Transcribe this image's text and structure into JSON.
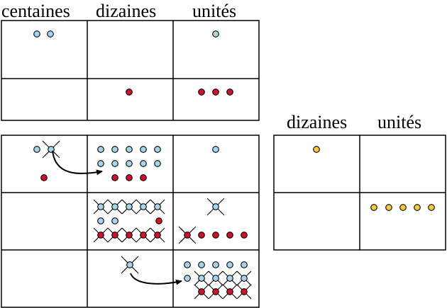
{
  "headers_top": {
    "centaines": "centaines",
    "dizaines": "dizaines",
    "unites": "unités"
  },
  "headers_right": {
    "dizaines": "dizaines",
    "unites": "unités"
  },
  "colors": {
    "blue": "#a6d4ec",
    "red": "#d0112b",
    "yellow": "#f5c842",
    "stroke": "#000000"
  },
  "top_table": {
    "row1": {
      "centaines": 2,
      "dizaines": 0,
      "unites": 1,
      "color": "blue"
    },
    "row2": {
      "centaines": 0,
      "dizaines": 1,
      "unites": 3,
      "color": "red"
    }
  },
  "result_table": {
    "row1": {
      "dizaines": 1,
      "unites": 0,
      "color": "yellow"
    },
    "row2": {
      "dizaines": 0,
      "unites": 5,
      "color": "yellow"
    }
  }
}
